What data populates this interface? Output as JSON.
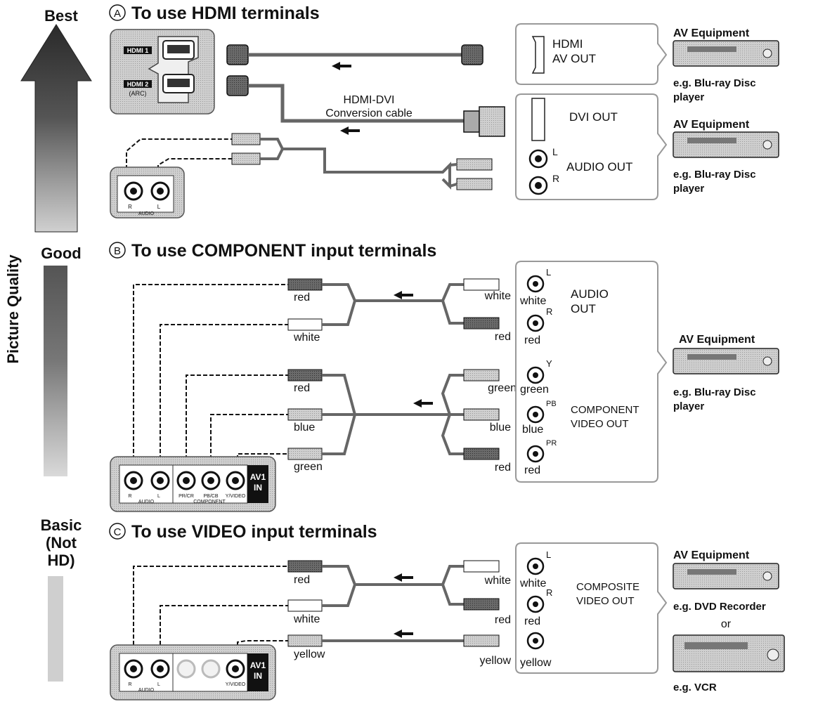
{
  "quality": {
    "axis_label": "Picture Quality",
    "best": "Best",
    "good": "Good",
    "basic": [
      "Basic",
      "(Not",
      "HD)"
    ]
  },
  "sections": {
    "hdmi": {
      "marker": "A",
      "title": "To use HDMI terminals"
    },
    "component": {
      "marker": "B",
      "title": "To use COMPONENT input terminals"
    },
    "video": {
      "marker": "C",
      "title": "To use VIDEO input terminals"
    }
  },
  "hdmi": {
    "tv_port1": "HDMI 1",
    "tv_port2": "HDMI 2",
    "tv_port2_sub": "(ARC)",
    "tv_audio_r": "R",
    "tv_audio_l": "L",
    "tv_audio_label": "AUDIO",
    "out1_line1": "HDMI",
    "out1_line2": "AV OUT",
    "cable_line1": "HDMI-DVI",
    "cable_line2": "Conversion cable",
    "dvi_out": "DVI OUT",
    "audio_out": "AUDIO OUT",
    "audio_l": "L",
    "audio_r": "R",
    "equip1_title": "AV Equipment",
    "equip1_eg1": "e.g. Blu-ray Disc",
    "equip1_eg2": "player",
    "equip2_title": "AV Equipment",
    "equip2_eg1": "e.g. Blu-ray Disc",
    "equip2_eg2": "player"
  },
  "component": {
    "left_labels": [
      "red",
      "white",
      "red",
      "blue",
      "green"
    ],
    "right_plug_labels": [
      "white",
      "red",
      "green",
      "blue",
      "red"
    ],
    "jack_labels": [
      "white",
      "red",
      "green",
      "blue",
      "red"
    ],
    "jack_marks": [
      "L",
      "R",
      "Y",
      "PB",
      "PR"
    ],
    "audio_out_1": "AUDIO",
    "audio_out_2": "OUT",
    "video_out_1": "COMPONENT",
    "video_out_2": "VIDEO OUT",
    "tv_labels": [
      "R",
      "L",
      "PR/CR",
      "PB/CB",
      "Y/VIDEO"
    ],
    "tv_audio": "AUDIO",
    "tv_component": "COMPONENT",
    "tv_av_1": "AV1",
    "tv_av_2": "IN",
    "equip_title": "AV Equipment",
    "equip_eg1": "e.g. Blu-ray Disc",
    "equip_eg2": "player"
  },
  "video": {
    "left_labels": [
      "red",
      "white",
      "yellow"
    ],
    "right_plug_labels": [
      "white",
      "red",
      "yellow"
    ],
    "jack_labels": [
      "white",
      "red",
      "yellow"
    ],
    "jack_marks": [
      "L",
      "R"
    ],
    "out_1": "COMPOSITE",
    "out_2": "VIDEO OUT",
    "tv_labels": [
      "R",
      "L",
      "Y/VIDEO"
    ],
    "tv_audio": "AUDIO",
    "tv_av_1": "AV1",
    "tv_av_2": "IN",
    "equip_title": "AV Equipment",
    "equip_eg1": "e.g. DVD Recorder",
    "equip_or": "or",
    "equip_eg2": "e.g. VCR"
  }
}
